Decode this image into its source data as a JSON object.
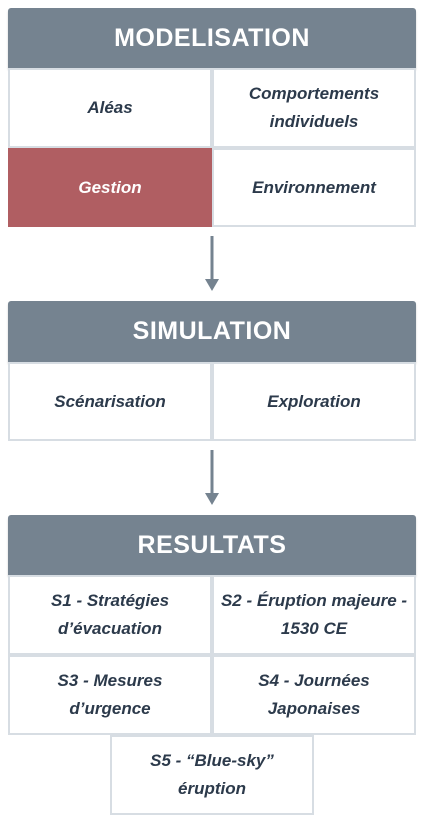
{
  "sections": {
    "modelisation": {
      "title": "MODELISATION",
      "items": [
        "Aléas",
        "Comportements individuels",
        "Gestion",
        "Environnement"
      ]
    },
    "simulation": {
      "title": "SIMULATION",
      "items": [
        "Scénarisation",
        "Exploration"
      ]
    },
    "resultats": {
      "title": "RESULTATS",
      "items": [
        "S1 - Stratégies d’évacuation",
        "S2 - Éruption majeure - 1530 CE",
        "S3 - Mesures d’urgence",
        "S4 - Journées Japonaises",
        "S5 - “Blue-sky” éruption"
      ]
    }
  },
  "colors": {
    "header_bg": "#758390",
    "highlight": "#b05e62",
    "text": "#2c3a4b",
    "border": "#d7dde3",
    "arrow": "#758390"
  }
}
